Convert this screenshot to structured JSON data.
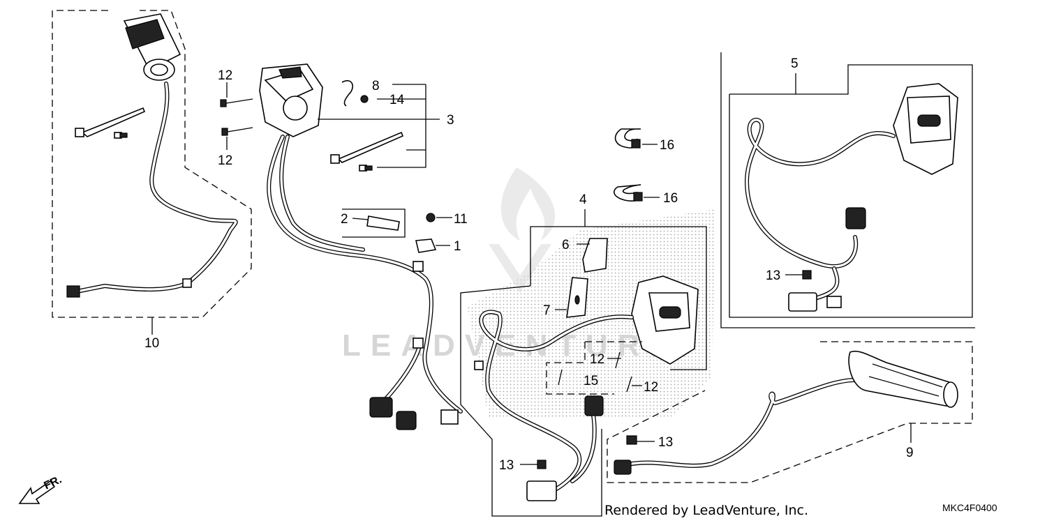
{
  "callouts": {
    "c1": "1",
    "c2": "2",
    "c3": "3",
    "c4": "4",
    "c5": "5",
    "c6": "6",
    "c7": "7",
    "c8": "8",
    "c9": "9",
    "c10": "10",
    "c11": "11",
    "c12a": "12",
    "c12b": "12",
    "c12c": "12",
    "c12d": "12",
    "c13a": "13",
    "c13b": "13",
    "c13c": "13",
    "c14": "14",
    "c15": "15",
    "c16a": "16",
    "c16b": "16"
  },
  "front_marker": "FR.",
  "watermark": "LEADVENTURE",
  "credit": "Rendered by LeadVenture, Inc.",
  "diagram_code": "MKC4F0400"
}
